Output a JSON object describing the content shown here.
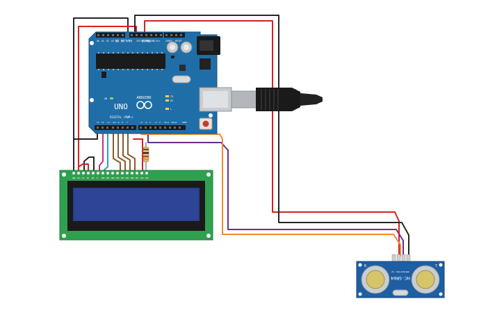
{
  "arduino": {
    "brand": "ARDUINO",
    "model": "UNO",
    "digital_label": "DIGITAL (PWM~)",
    "power_label": "POWER",
    "analog_label": "ANALOG IN",
    "tx_label": "TX",
    "rx_label": "RX",
    "on_label": "ON",
    "l_label": "L",
    "aref_label": "AREF",
    "ioref_label": "IOREF",
    "reset_label": "RESET",
    "power_pins": [
      "3V3",
      "5V",
      "GND",
      "GND",
      "Vin"
    ],
    "analog_pins": [
      "A0",
      "A1",
      "A2",
      "A3",
      "A4",
      "A5"
    ],
    "digital_pins": [
      "13",
      "12",
      "~11",
      "~10",
      "~9",
      "8",
      "7",
      "~6",
      "~5",
      "4",
      "~3",
      "2",
      "TX→1",
      "RX←0"
    ]
  },
  "lcd": {
    "pin_labels": [
      "GND",
      "VCC",
      "V0",
      "RS",
      "RW",
      "E",
      "DB0",
      "DB1",
      "DB2",
      "DB3",
      "DB4",
      "DB5",
      "DB6",
      "DB7",
      "LED",
      "LED"
    ]
  },
  "sensor": {
    "model": "HC-SR04",
    "left_mark": "R",
    "right_mark": "T",
    "pins": [
      "VCC",
      "TRIG",
      "ECHO",
      "GND"
    ]
  },
  "colors": {
    "board": "#1f6ea8",
    "lcd_pcb": "#2ea04f",
    "lcd_screen": "#2a3f8f",
    "sensor_board": "#1e5ea2",
    "wire_red": "#d22222",
    "wire_black": "#262626",
    "wire_purple": "#6a2c8a",
    "wire_orange": "#ee8a2a",
    "wire_brown": "#8b5a2b",
    "wire_magenta": "#c2308e",
    "wire_cyan": "#2d9fc4"
  }
}
